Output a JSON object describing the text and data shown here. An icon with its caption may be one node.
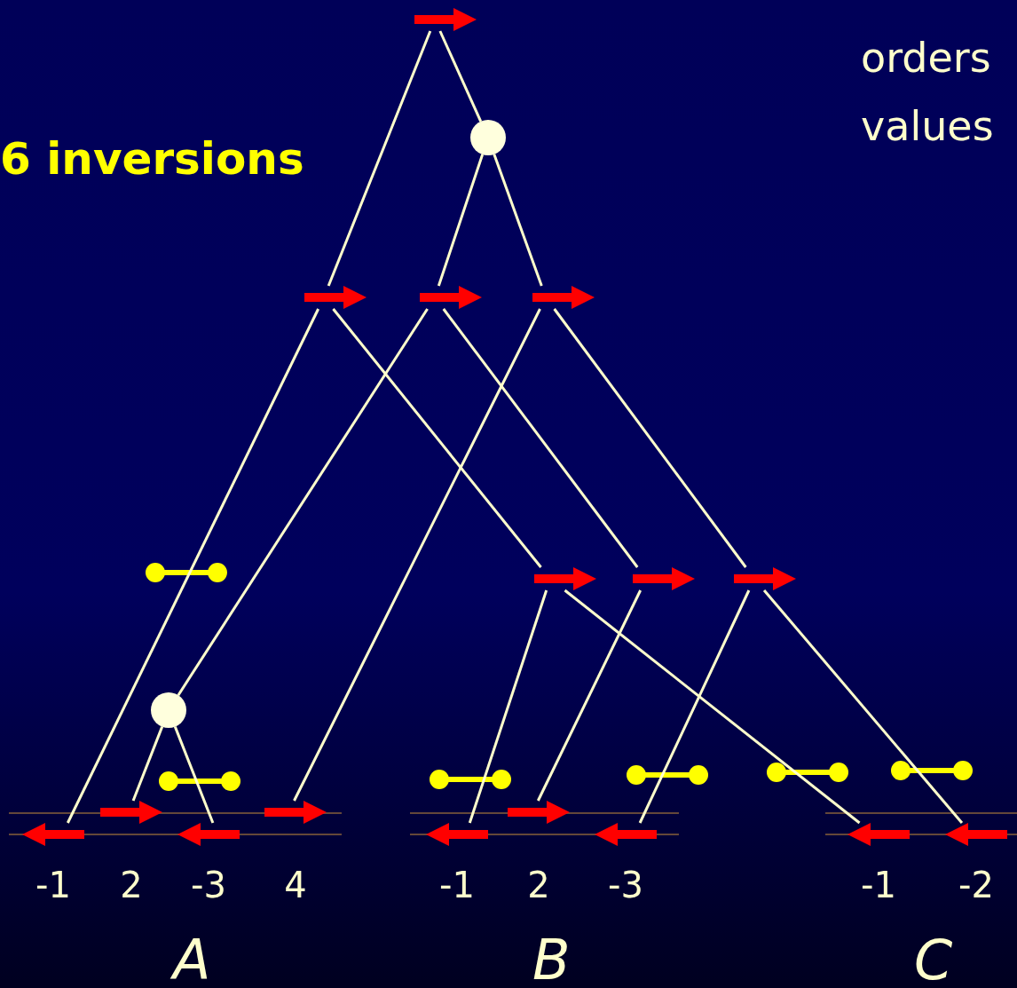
{
  "diagram": {
    "nodes": [
      {
        "text": [],
        "shape": "arrow"
      },
      {
        "text": [],
        "shape": "circle"
      },
      {
        "text": [],
        "shape": "arrow"
      },
      {
        "text": [],
        "shape": "arrow"
      },
      {
        "text": [],
        "shape": "arrow"
      },
      {
        "text": [],
        "shape": "arrow"
      },
      {
        "text": [],
        "shape": "arrow"
      },
      {
        "text": [],
        "shape": "arrow"
      },
      {
        "text": [],
        "shape": "circle"
      },
      {
        "text": [],
        "shape": "arrow",
        "beside": [
          "-1"
        ]
      },
      {
        "text": [],
        "shape": "arrow",
        "beside": [
          "2"
        ]
      },
      {
        "text": [],
        "shape": "arrow",
        "beside": [
          "-3"
        ]
      },
      {
        "text": [],
        "shape": "arrow",
        "beside": [
          "4"
        ]
      },
      {
        "text": [],
        "shape": "arrow",
        "beside": [
          "-1"
        ]
      },
      {
        "text": [],
        "shape": "arrow",
        "beside": [
          "2"
        ]
      },
      {
        "text": [],
        "shape": "arrow",
        "beside": [
          "-3"
        ]
      },
      {
        "text": [],
        "shape": "arrow",
        "beside": [
          "-1"
        ]
      },
      {
        "text": [],
        "shape": "arrow",
        "beside": [
          "-2"
        ]
      }
    ],
    "edges": [
      {
        "from": 0,
        "to": 2,
        "arrow": "none"
      },
      {
        "from": 0,
        "to": 1,
        "arrow": "none"
      },
      {
        "from": 1,
        "to": 3,
        "arrow": "none"
      },
      {
        "from": 1,
        "to": 4,
        "arrow": "none"
      },
      {
        "from": 2,
        "to": 9,
        "arrow": "none"
      },
      {
        "from": 2,
        "to": 5,
        "arrow": "none"
      },
      {
        "from": 5,
        "to": 13,
        "arrow": "none"
      },
      {
        "from": 5,
        "to": 16,
        "arrow": "none"
      },
      {
        "from": 3,
        "to": 8,
        "arrow": "none"
      },
      {
        "from": 3,
        "to": 6,
        "arrow": "none"
      },
      {
        "from": 8,
        "to": 10,
        "arrow": "none"
      },
      {
        "from": 8,
        "to": 11,
        "arrow": "none"
      },
      {
        "from": 6,
        "to": 14,
        "arrow": "none"
      },
      {
        "from": 4,
        "to": 12,
        "arrow": "none"
      },
      {
        "from": 4,
        "to": 7,
        "arrow": "none"
      },
      {
        "from": 7,
        "to": 15,
        "arrow": "none"
      },
      {
        "from": 7,
        "to": 17,
        "arrow": "none"
      }
    ],
    "labels": [
      "6 inversions",
      "orders",
      "values",
      "A",
      "B",
      "C"
    ]
  }
}
